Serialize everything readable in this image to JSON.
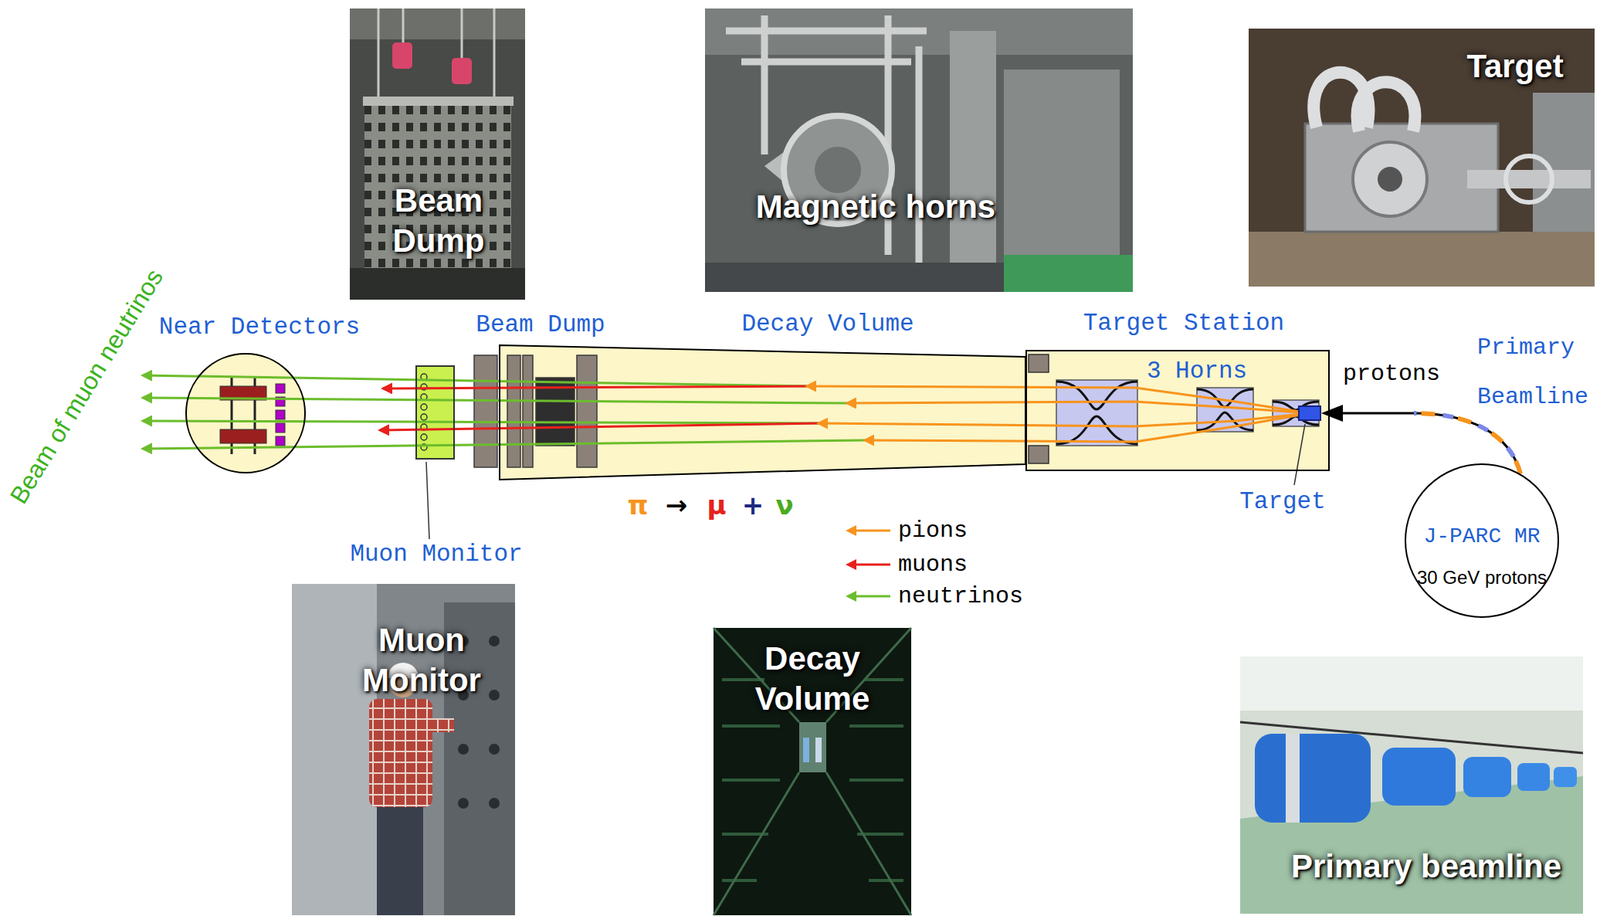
{
  "diagram": {
    "nodes": [
      {
        "text": [
          "Beam Dump"
        ]
      },
      {
        "text": [
          "Magnetic horns"
        ]
      },
      {
        "text": [
          "Target"
        ]
      },
      {
        "text": [
          "Near Detectors"
        ]
      },
      {
        "text": [
          "Beam Dump"
        ]
      },
      {
        "text": [
          "Decay Volume"
        ]
      },
      {
        "text": [
          "Target Station",
          "3 Horns"
        ]
      },
      {
        "text": [
          "Target"
        ],
        "in": 6
      },
      {
        "text": [
          "Muon Monitor"
        ]
      },
      {
        "text": [
          "J-PARC MR",
          "30 GeV protons"
        ]
      },
      {
        "text": [
          "Muon Monitor"
        ]
      },
      {
        "text": [
          "Decay Volume"
        ]
      },
      {
        "text": [
          "Primary beamline"
        ]
      }
    ],
    "edges": [
      {
        "from": 9,
        "to": 7,
        "label": "protons",
        "arrow": "to"
      }
    ],
    "labels": [
      "Beam of muon neutrinos",
      "Primary Beamline",
      "π",
      "→",
      "μ",
      "+",
      "ν"
    ],
    "legend": [
      {
        "text": "pions",
        "color": "#f7941d"
      },
      {
        "text": "muons",
        "color": "#e8201c"
      },
      {
        "text": "neutrinos",
        "color": "#6cbd2c"
      }
    ]
  }
}
